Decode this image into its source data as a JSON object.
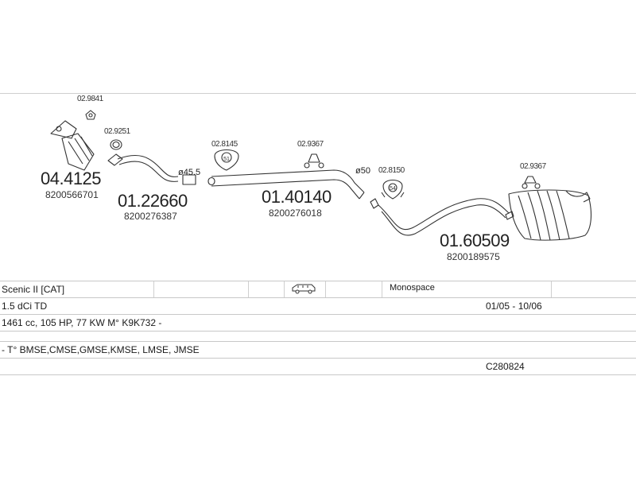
{
  "parts": {
    "manifold_gasket": "02.9841",
    "catalyst_ref": "04.4125",
    "catalyst_oe": "8200566701",
    "ring_gasket": "02.9251",
    "front_pipe_ref": "01.22660",
    "front_pipe_oe": "8200276387",
    "diameter_1": "ø45.5",
    "clamp_1": "02.8145",
    "clamp_1_size": "51",
    "mount_1": "02.9367",
    "middle_pipe_ref": "01.40140",
    "middle_pipe_oe": "8200276018",
    "diameter_2": "ø50",
    "clamp_2": "02.8150",
    "clamp_2_size": "54",
    "mount_2": "02.9367",
    "rear_silencer_ref": "01.60509",
    "rear_silencer_oe": "8200189575"
  },
  "vehicle": {
    "model": "Scenic II  [CAT]",
    "body_type": "Monospace",
    "engine": "1.5 dCi TD",
    "years": "01/05 - 10/06",
    "spec": "1461 cc, 105 HP, 77 KW M° K9K732 -",
    "types": "- T° BMSE,CMSE,GMSE,KMSE, LMSE, JMSE",
    "code": "C280824"
  }
}
